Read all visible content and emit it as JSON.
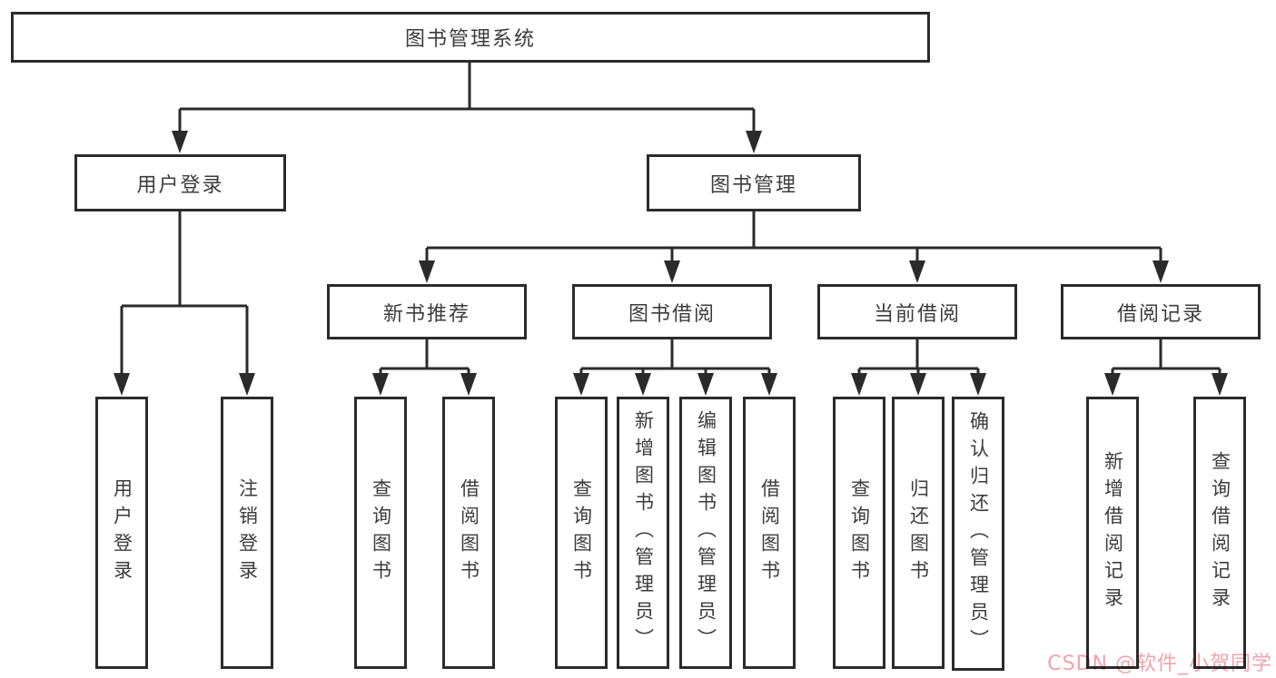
{
  "diagram": {
    "title": "图书管理系统",
    "colors": {
      "line": "#2b2b2b",
      "box_border": "#2b2b2b",
      "text": "#3c3c3c",
      "background": "#ffffff",
      "watermark": "#f2a2ac"
    },
    "nodes": {
      "root": {
        "label": "图书管理系统"
      },
      "user_login": {
        "label": "用户登录"
      },
      "book_mgmt": {
        "label": "图书管理"
      },
      "new_rec": {
        "label": "新书推荐"
      },
      "borrow": {
        "label": "图书借阅"
      },
      "current": {
        "label": "当前借阅"
      },
      "records": {
        "label": "借阅记录"
      },
      "a1": {
        "label": "用户登录"
      },
      "a2": {
        "label": "注销登录"
      },
      "b1": {
        "label": "查询图书"
      },
      "b2": {
        "label": "借阅图书"
      },
      "c1": {
        "label": "查询图书"
      },
      "c2": {
        "label": "新增图书（管理员）"
      },
      "c3": {
        "label": "编辑图书（管理员）"
      },
      "c4": {
        "label": "借阅图书"
      },
      "d1": {
        "label": "查询图书"
      },
      "d2": {
        "label": "归还图书"
      },
      "d3": {
        "label": "确认归还（管理员）"
      },
      "e1": {
        "label": "新增借阅记录"
      },
      "e2": {
        "label": "查询借阅记录"
      }
    },
    "watermark": {
      "text": "CSDN @软件_小贺同学"
    }
  }
}
